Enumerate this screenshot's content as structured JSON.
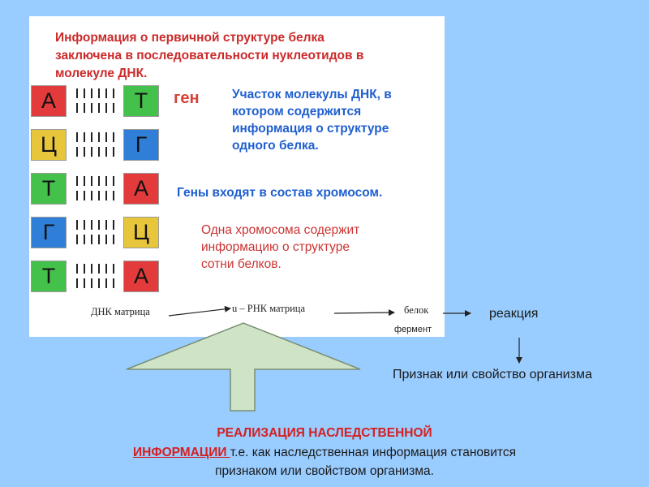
{
  "title_lines": [
    "Информация о первичной структуре белка",
    "заключена в последовательности нуклеотидов  в",
    "молекуле ДНК."
  ],
  "dna_pairs": [
    {
      "left": "А",
      "right": "Т",
      "left_color": "#e33b3b",
      "right_color": "#44c14a"
    },
    {
      "left": "Ц",
      "right": "Г",
      "left_color": "#e8c63c",
      "right_color": "#2f7fd8"
    },
    {
      "left": "Т",
      "right": "А",
      "left_color": "#44c14a",
      "right_color": "#e33b3b"
    },
    {
      "left": "Г",
      "right": "Ц",
      "left_color": "#2f7fd8",
      "right_color": "#e8c63c"
    },
    {
      "left": "Т",
      "right": "А",
      "left_color": "#44c14a",
      "right_color": "#e33b3b"
    }
  ],
  "gene_label": "ген",
  "gene_definition": [
    "Участок молекулы ДНК, в",
    "котором содержится",
    "информация о структуре",
    "одного белка."
  ],
  "genes_in_chromosomes": "Гены входят в состав хромосом.",
  "chromosome_text": [
    "Одна хромосома содержит",
    "информацию о структуре",
    "сотни белков."
  ],
  "flow": {
    "dna": "ДНК матрица",
    "rna": "u – РНК матрица",
    "protein": "белок",
    "enzyme": "фермент",
    "reaction": "реакция",
    "trait": "Признак или свойство организма"
  },
  "bottom": {
    "line1": "РЕАЛИЗАЦИЯ НАСЛЕДСТВЕННОЙ",
    "line2_emph": "ИНФОРМАЦИИ ",
    "line2_rest": "т.е. как наследственная информация становится",
    "line3": "признаком или свойством организма."
  },
  "colors": {
    "title_red": "#cc2a2a",
    "blue_text": "#1f5fcf",
    "background": "#99ccff",
    "arrow_fill": "#cfe3c6"
  }
}
